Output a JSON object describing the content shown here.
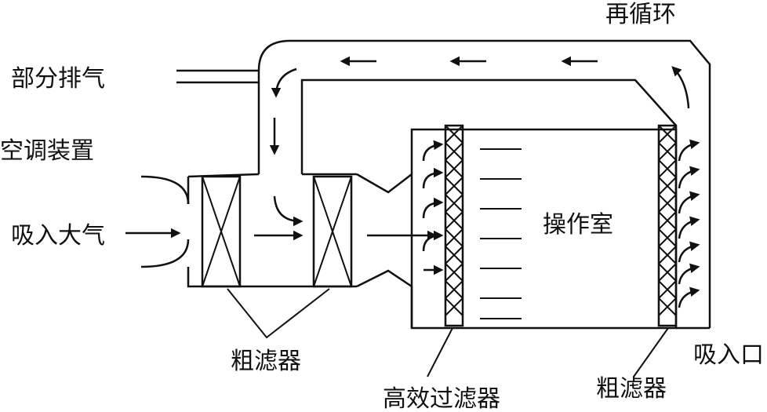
{
  "labels": {
    "recirculation": "再循环",
    "partial_exhaust": "部分排气",
    "air_conditioning_unit": "空调装置",
    "outside_air_intake": "吸入大气",
    "operating_room": "操作室",
    "coarse_filter_left": "粗滤器",
    "hepa_filter": "高效过滤器",
    "coarse_filter_right": "粗滤器",
    "suction_inlet": "吸入口"
  }
}
